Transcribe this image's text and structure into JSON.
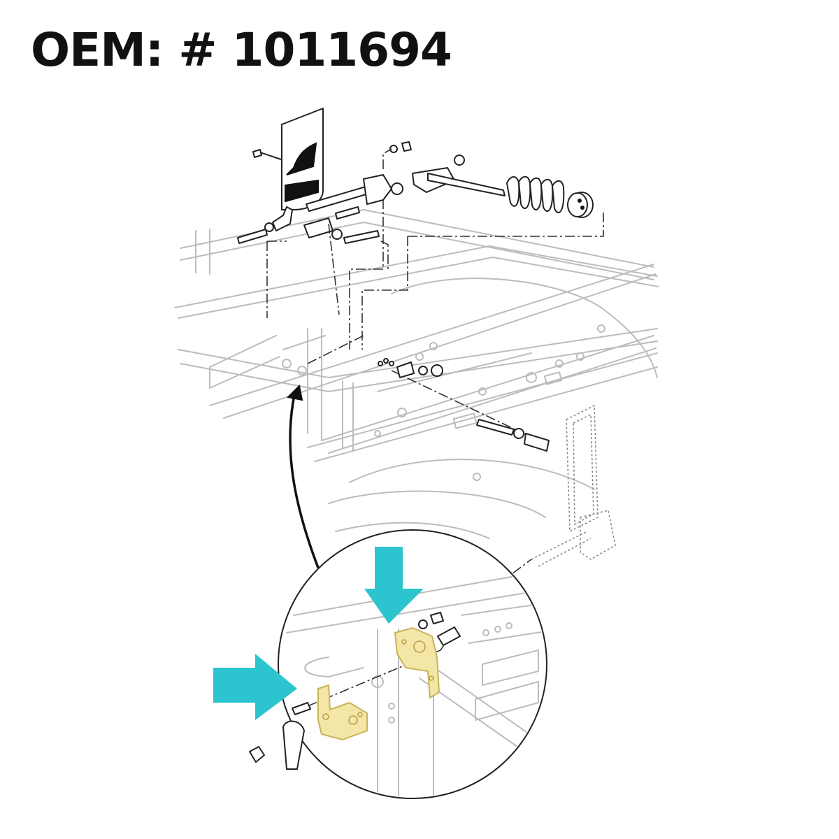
{
  "title": "OEM: # 1011694",
  "colors": {
    "highlight_arrow": "#2cc5cf",
    "bracket_fill": "#f3e6a6",
    "line_art": "#222222",
    "background": "#ffffff"
  },
  "callouts": [
    {
      "name": "arrow-to-upper-bracket",
      "icon": "down-arrow"
    },
    {
      "name": "arrow-to-lower-bracket",
      "icon": "right-arrow"
    }
  ]
}
